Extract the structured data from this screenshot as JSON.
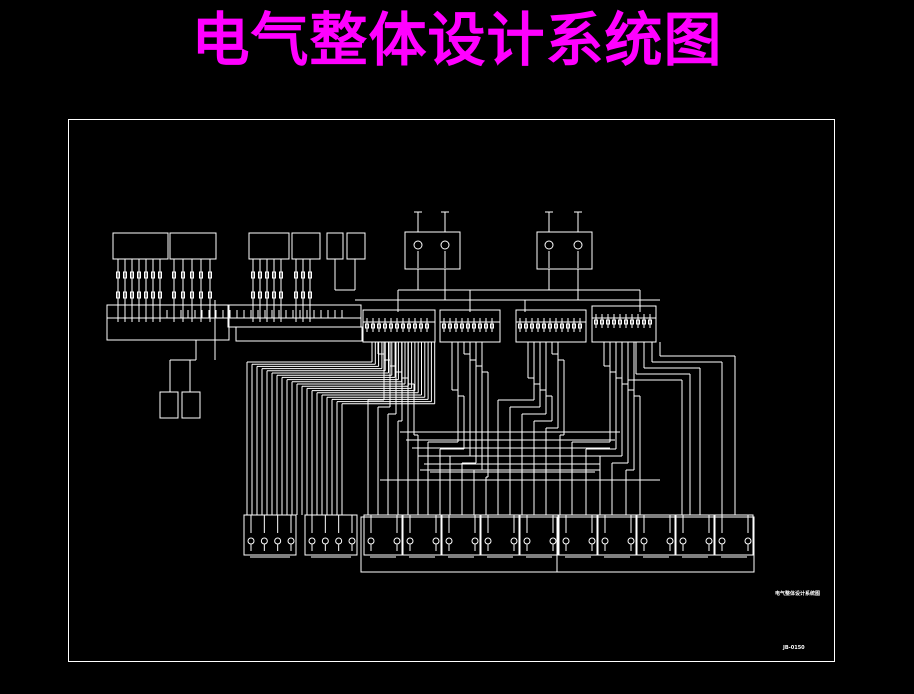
{
  "title": "电气整体设计系统图",
  "colors": {
    "title": "#ff00ff",
    "background": "#000000",
    "lines": "#ffffff"
  },
  "title_block": {
    "drawing_name": "电气整体设计系统图",
    "drawing_no": "JB-0150"
  }
}
